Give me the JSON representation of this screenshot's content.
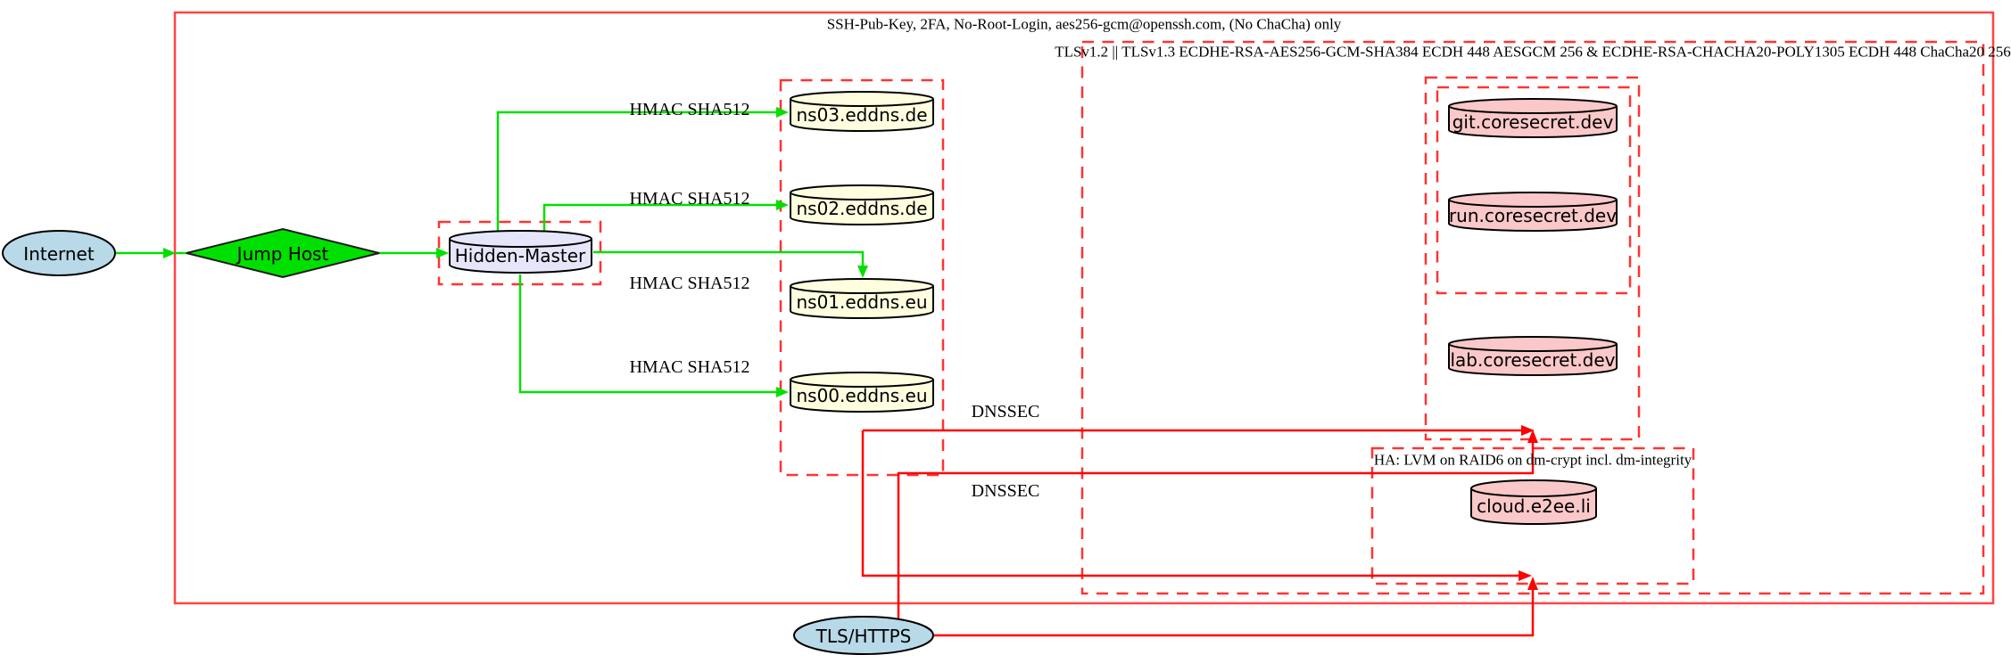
{
  "diagram": {
    "clusters": {
      "ssh": {
        "label": "SSH-Pub-Key, 2FA, No-Root-Login, aes256-gcm@openssh.com, (No ChaCha) only"
      },
      "tls": {
        "label": "TLSv1.2 || TLSv1.3 ECDHE-RSA-AES256-GCM-SHA384 ECDH 448 AESGCM 256 & ECDHE-RSA-CHACHA20-POLY1305 ECDH 448 ChaCha20 256"
      },
      "ha": {
        "label": "HA: LVM on RAID6 on dm-crypt incl. dm-integrity"
      }
    },
    "nodes": {
      "internet": {
        "label": "Internet",
        "shape": "ellipse",
        "fill": "#b8d9e8"
      },
      "jump_host": {
        "label": "Jump Host",
        "shape": "diamond",
        "fill": "#00e000"
      },
      "hidden_master": {
        "label": "Hidden-Master",
        "shape": "cylinder",
        "fill": "#e6e6fa"
      },
      "ns03": {
        "label": "ns03.eddns.de",
        "shape": "cylinder",
        "fill": "#ffffe0"
      },
      "ns02": {
        "label": "ns02.eddns.de",
        "shape": "cylinder",
        "fill": "#ffffe0"
      },
      "ns01": {
        "label": "ns01.eddns.eu",
        "shape": "cylinder",
        "fill": "#ffffe0"
      },
      "ns00": {
        "label": "ns00.eddns.eu",
        "shape": "cylinder",
        "fill": "#ffffe0"
      },
      "git": {
        "label": "git.coresecret.dev",
        "shape": "cylinder",
        "fill": "#fac8c8"
      },
      "run": {
        "label": "run.coresecret.dev",
        "shape": "cylinder",
        "fill": "#fac8c8"
      },
      "lab": {
        "label": "lab.coresecret.dev",
        "shape": "cylinder",
        "fill": "#fac8c8"
      },
      "cloud": {
        "label": "cloud.e2ee.li",
        "shape": "cylinder",
        "fill": "#fac8c8"
      },
      "tls_https": {
        "label": "TLS/HTTPS",
        "shape": "ellipse",
        "fill": "#b8d9e8"
      }
    },
    "edge_labels": {
      "hmac1": "HMAC SHA512",
      "hmac2": "HMAC SHA512",
      "hmac3": "HMAC SHA512",
      "hmac4": "HMAC SHA512",
      "dnssec1": "DNSSEC",
      "dnssec2": "DNSSEC"
    },
    "colors": {
      "secure_shell_edge": "#00e000",
      "dns_tls_edge": "#ff0000",
      "cluster_border_solid": "#ff4444",
      "cluster_border_dashed": "#ff3333",
      "node_lightblue": "#b8d9e8",
      "node_lightyellow": "#ffffe0",
      "node_lavender": "#e6e6fa",
      "node_pink": "#fac8c8",
      "node_green": "#00e000"
    }
  }
}
